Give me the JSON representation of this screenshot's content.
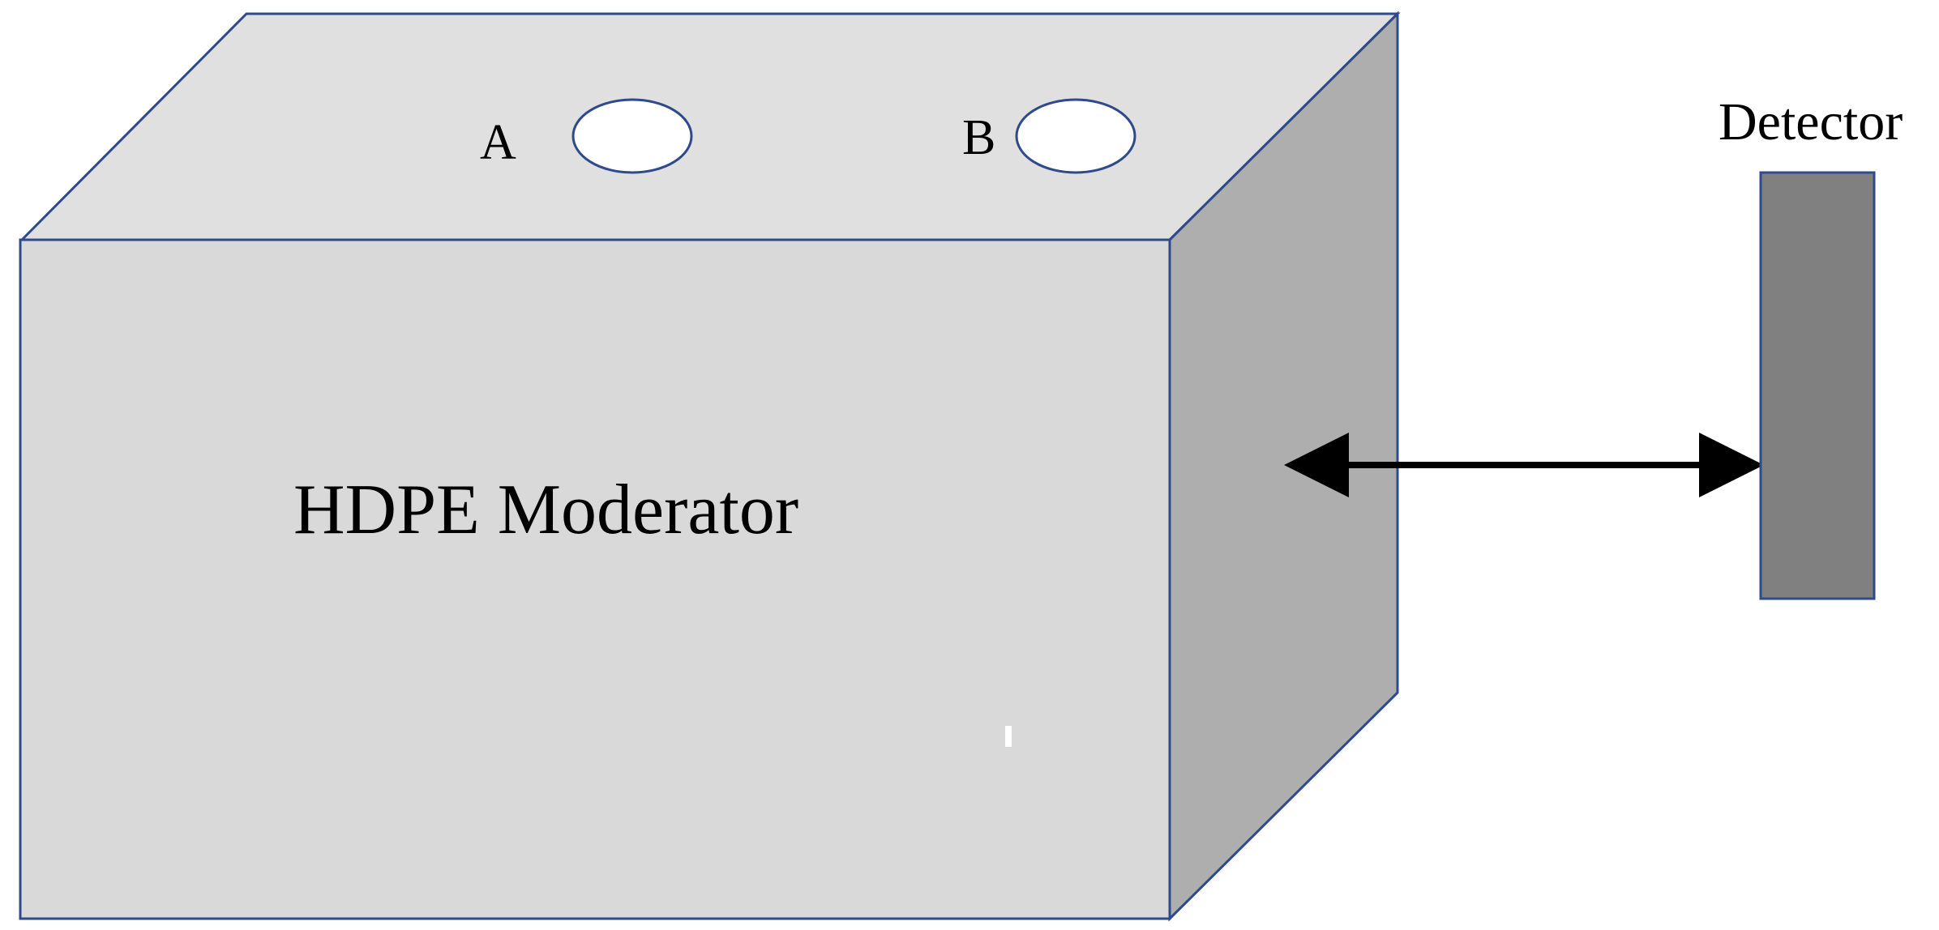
{
  "diagram": {
    "moderator_label": "HDPE Moderator",
    "hole_a_label": "A",
    "hole_b_label": "B",
    "detector_label": "Detector"
  },
  "colors": {
    "top_face": "#e0e0e0",
    "front_face": "#d9d9d9",
    "side_face": "#aeaeae",
    "edge_stroke": "#2f4a8a",
    "hole_fill": "#ffffff",
    "detector_fill": "#808080",
    "arrow": "#000000"
  },
  "icons": {
    "distance_arrow": "double-headed-arrow"
  }
}
